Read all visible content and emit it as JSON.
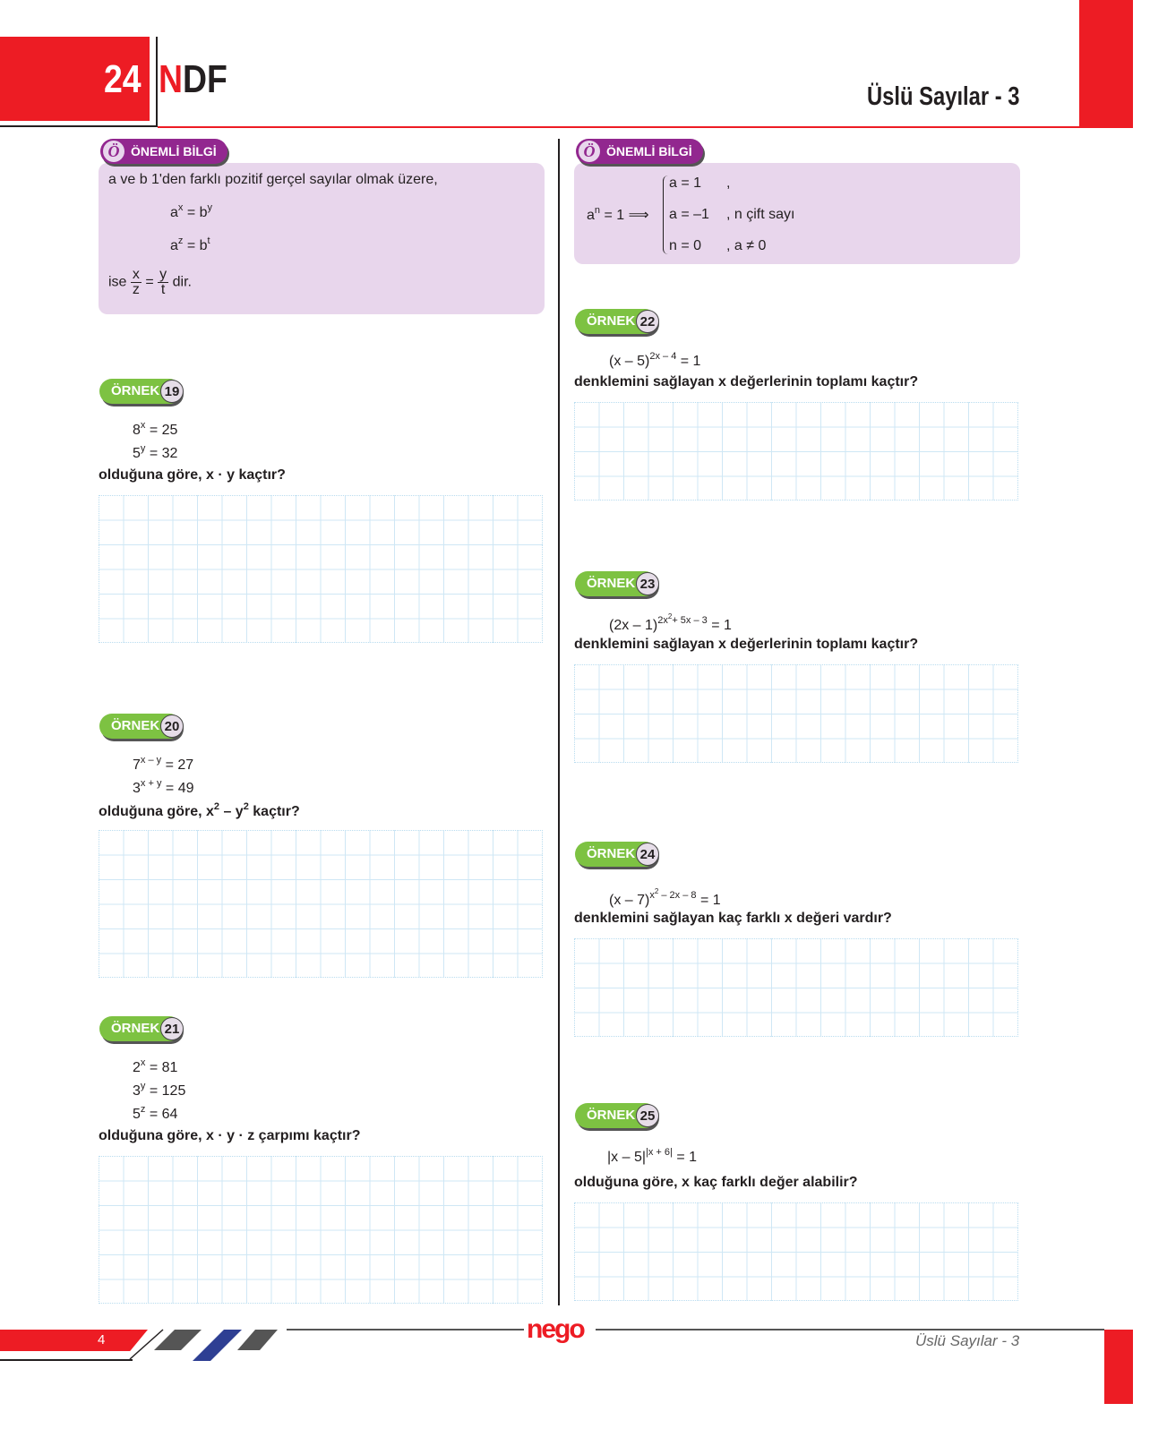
{
  "header": {
    "page_label": "24",
    "brand_n": "N",
    "brand_rest": "DF",
    "title": "Üslü Sayılar - 3"
  },
  "info_left": {
    "badge": "ÖNEMLİ BİLGİ",
    "icon_letter": "Ö",
    "intro": "a ve b 1'den farklı pozitif gerçel sayılar olmak üzere,",
    "eq1_base": "a",
    "eq1_exp": "x",
    "eq1_rhs": " = b",
    "eq1_rexp": "y",
    "eq2_base": "a",
    "eq2_exp": "z",
    "eq2_rhs": " = b",
    "eq2_rexp": "t",
    "concl_pre": "ise",
    "f1_n": "x",
    "f1_d": "z",
    "eqsign": "=",
    "f2_n": "y",
    "f2_d": "t",
    "concl_post": "dir."
  },
  "info_right": {
    "badge": "ÖNEMLİ BİLGİ",
    "icon_letter": "Ö",
    "lhs_base": "a",
    "lhs_exp": "n",
    "lhs_rest": " = 1 ⟹",
    "cases": [
      {
        "c": "a = 1",
        "cond": ","
      },
      {
        "c": "a = –1",
        "cond": ",  n çift sayı"
      },
      {
        "c": "n = 0",
        "cond": ",  a ≠ 0"
      }
    ]
  },
  "examples": [
    {
      "label": "ÖRNEK",
      "num": "19",
      "lines": [
        [
          "8",
          "x",
          " = 25"
        ],
        [
          "5",
          "y",
          " = 32"
        ]
      ],
      "question": "olduğuna göre, x · y kaçtır?"
    },
    {
      "label": "ÖRNEK",
      "num": "20",
      "lines": [
        [
          "7",
          "x – y",
          " = 27"
        ],
        [
          "3",
          "x + y",
          " = 49"
        ]
      ],
      "question_pre": "olduğuna göre, x",
      "q_exp1": "2",
      "question_mid": " – y",
      "q_exp2": "2",
      "question_post": " kaçtır?"
    },
    {
      "label": "ÖRNEK",
      "num": "21",
      "lines": [
        [
          "2",
          "x",
          " = 81"
        ],
        [
          "3",
          "y",
          " = 125"
        ],
        [
          "5",
          "z",
          " = 64"
        ]
      ],
      "question": "olduğuna göre, x · y · z çarpımı kaçtır?"
    },
    {
      "label": "ÖRNEK",
      "num": "22",
      "base": "(x – 5)",
      "exp": "2x – 4",
      "rhs": " = 1",
      "question": "denklemini sağlayan x değerlerinin toplamı kaçtır?"
    },
    {
      "label": "ÖRNEK",
      "num": "23",
      "base": "(2x – 1)",
      "exp_a": "2x",
      "exp_a2": "2",
      "exp_b": "+ 5x – 3",
      "rhs": " = 1",
      "question": "denklemini sağlayan x değerlerinin toplamı kaçtır?"
    },
    {
      "label": "ÖRNEK",
      "num": "24",
      "base": "(x – 7)",
      "exp_a": "x",
      "exp_a2": "2",
      "exp_b": " – 2x – 8",
      "rhs": " = 1",
      "question": "denklemini sağlayan kaç farklı x değeri vardır?"
    },
    {
      "label": "ÖRNEK",
      "num": "25",
      "base": "|x – 5|",
      "exp": "|x + 6|",
      "rhs": " = 1",
      "question": "olduğuna göre, x kaç farklı değer alabilir?"
    }
  ],
  "footer": {
    "page_number": "4",
    "logo": "nego",
    "title": "Üslü Sayılar - 3"
  },
  "colors": {
    "red": "#ed1c24",
    "purple": "#92278f",
    "lavender": "#e8d6ec",
    "green": "#7dc242"
  }
}
